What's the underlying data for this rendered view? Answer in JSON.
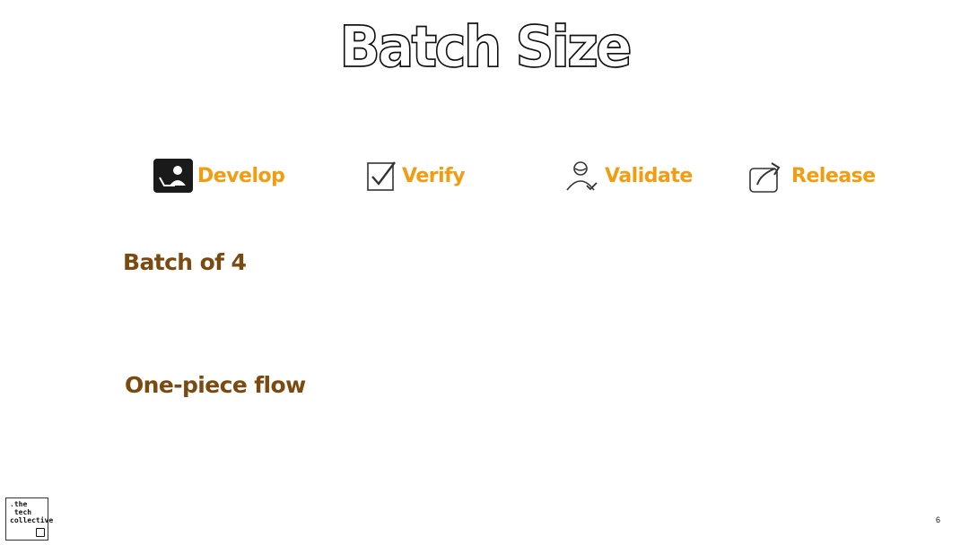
{
  "slide": {
    "title": "Batch Size",
    "stages": [
      {
        "label": "Develop",
        "icon": "developer-at-laptop-icon"
      },
      {
        "label": "Verify",
        "icon": "checkbox-icon"
      },
      {
        "label": "Validate",
        "icon": "user-check-icon"
      },
      {
        "label": "Release",
        "icon": "share-export-icon"
      }
    ],
    "rows": [
      {
        "label": "Batch of 4"
      },
      {
        "label": "One-piece flow"
      }
    ],
    "logo_text": ".the\n tech\ncollective",
    "page_number": "6"
  },
  "colors": {
    "stage_label": "#f39c12",
    "row_label": "#7a4a10",
    "title_outline": "#111111"
  }
}
